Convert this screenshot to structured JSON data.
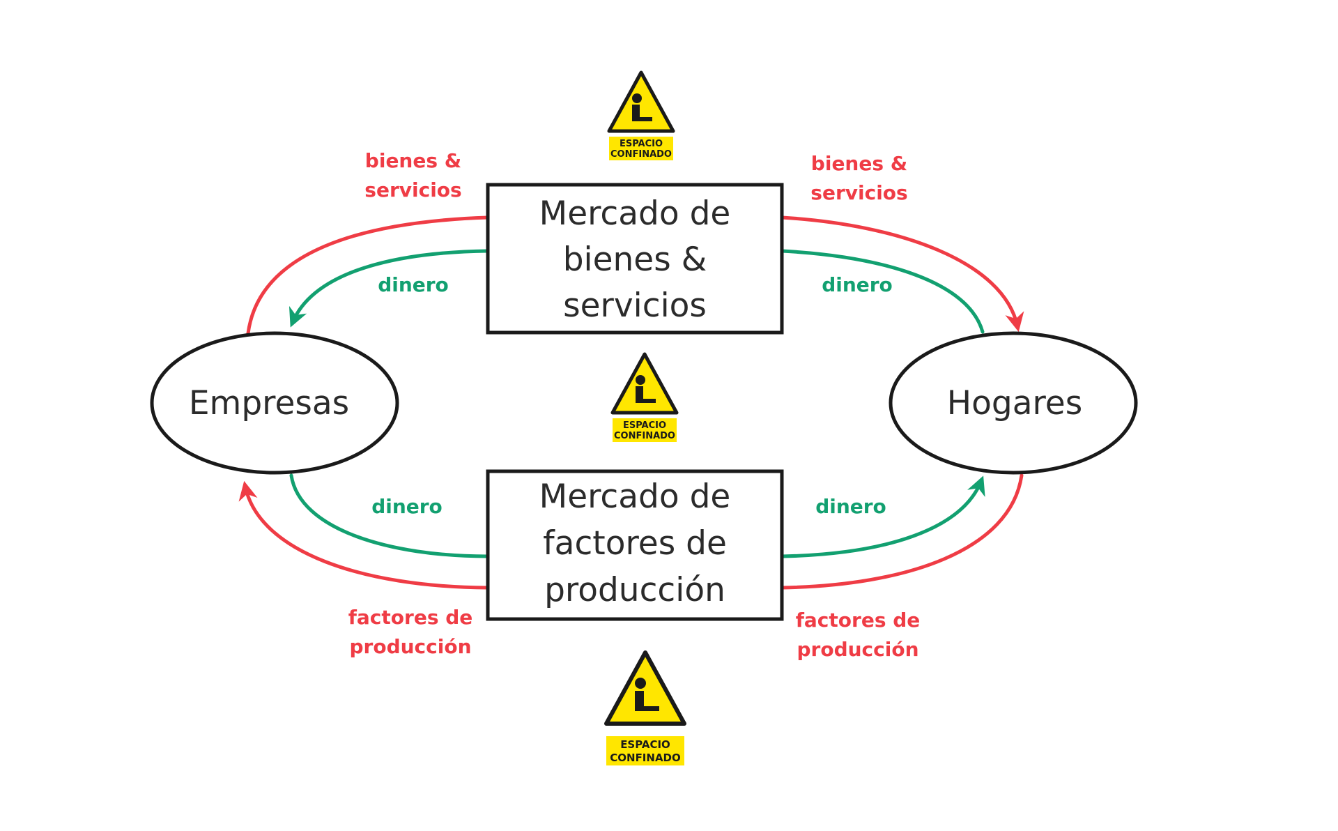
{
  "colors": {
    "goods_flow": "#ef3c45",
    "money_flow": "#12a070",
    "outline": "#1a1a1a",
    "sign_yellow": "#ffe600"
  },
  "nodes": {
    "firms": "Empresas",
    "households": "Hogares"
  },
  "markets": {
    "goods": [
      "Mercado de",
      "bienes &",
      "servicios"
    ],
    "factors": [
      "Mercado de",
      "factores de",
      "producción"
    ]
  },
  "flows": {
    "top_left_goods": [
      "bienes &",
      "servicios"
    ],
    "top_right_goods": [
      "bienes &",
      "servicios"
    ],
    "top_left_money": "dinero",
    "top_right_money": "dinero",
    "bottom_left_money": "dinero",
    "bottom_right_money": "dinero",
    "bottom_left_factors": [
      "factores de",
      "producción"
    ],
    "bottom_right_factors": [
      "factores de",
      "producción"
    ]
  },
  "signs": {
    "icon": "confined-space-warning-icon",
    "text": [
      "ESPACIO",
      "CONFINADO"
    ]
  }
}
